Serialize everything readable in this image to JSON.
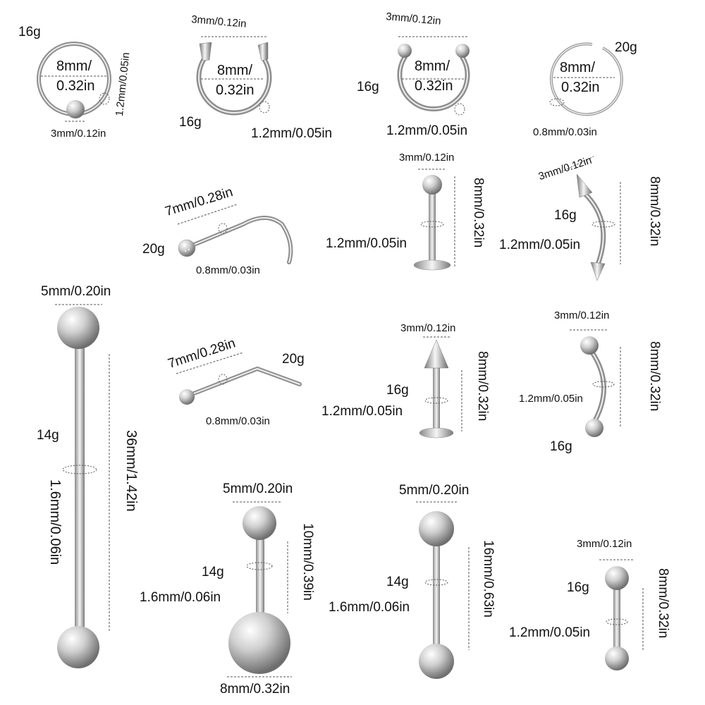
{
  "colors": {
    "metal_light": "#f2f2f2",
    "metal_mid": "#b4b4b4",
    "metal_dark": "#6e6e6e",
    "dim_line": "#555555",
    "text": "#111111"
  },
  "items": {
    "captive_ring": {
      "gauge": "16g",
      "diameter": "8mm/",
      "diameter_in": "0.32in",
      "wire": "1.2mm/0.05in",
      "ball": "3mm/0.12in"
    },
    "horseshoe_spike": {
      "tip": "3mm/0.12in",
      "diameter": "8mm/",
      "diameter_in": "0.32in",
      "gauge": "16g",
      "wire": "1.2mm/0.05in"
    },
    "horseshoe_ball": {
      "tip": "3mm/0.12in",
      "diameter": "8mm/",
      "diameter_in": "0.32in",
      "gauge": "16g",
      "wire": "1.2mm/0.05in"
    },
    "nose_hoop": {
      "gauge": "20g",
      "diameter": "8mm/",
      "diameter_in": "0.32in",
      "wire": "0.8mm/0.03in"
    },
    "nose_screw": {
      "length": "7mm/0.28in",
      "gauge": "20g",
      "wire": "0.8mm/0.03in"
    },
    "labret_ball": {
      "top": "3mm/0.12in",
      "length": "8mm/0.32in",
      "wire": "1.2mm/0.05in"
    },
    "curved_spike": {
      "top": "3mm/0.12in",
      "length": "8mm/0.32in",
      "gauge": "16g",
      "wire": "1.2mm/0.05in"
    },
    "industrial": {
      "ball": "5mm/0.20in",
      "gauge": "14g",
      "length": "36mm/1.42in",
      "wire": "1.6mm/0.06in"
    },
    "nose_l": {
      "length": "7mm/0.28in",
      "gauge": "20g",
      "wire": "0.8mm/0.03in"
    },
    "labret_spike": {
      "top": "3mm/0.12in",
      "length": "8mm/0.32in",
      "gauge": "16g",
      "wire": "1.2mm/0.05in"
    },
    "curved_ball": {
      "top": "3mm/0.12in",
      "length": "8mm/0.32in",
      "wire": "1.2mm/0.05in",
      "gauge": "16g"
    },
    "belly": {
      "top": "5mm/0.20in",
      "length": "10mm/0.39in",
      "gauge": "14g",
      "wire": "1.6mm/0.06in",
      "bottom": "8mm/0.32in"
    },
    "tongue": {
      "top": "5mm/0.20in",
      "length": "16mm/0.63in",
      "gauge": "14g",
      "wire": "1.6mm/0.06in"
    },
    "small_barbell": {
      "top": "3mm/0.12in",
      "length": "8mm/0.32in",
      "gauge": "16g",
      "wire": "1.2mm/0.05in"
    }
  }
}
